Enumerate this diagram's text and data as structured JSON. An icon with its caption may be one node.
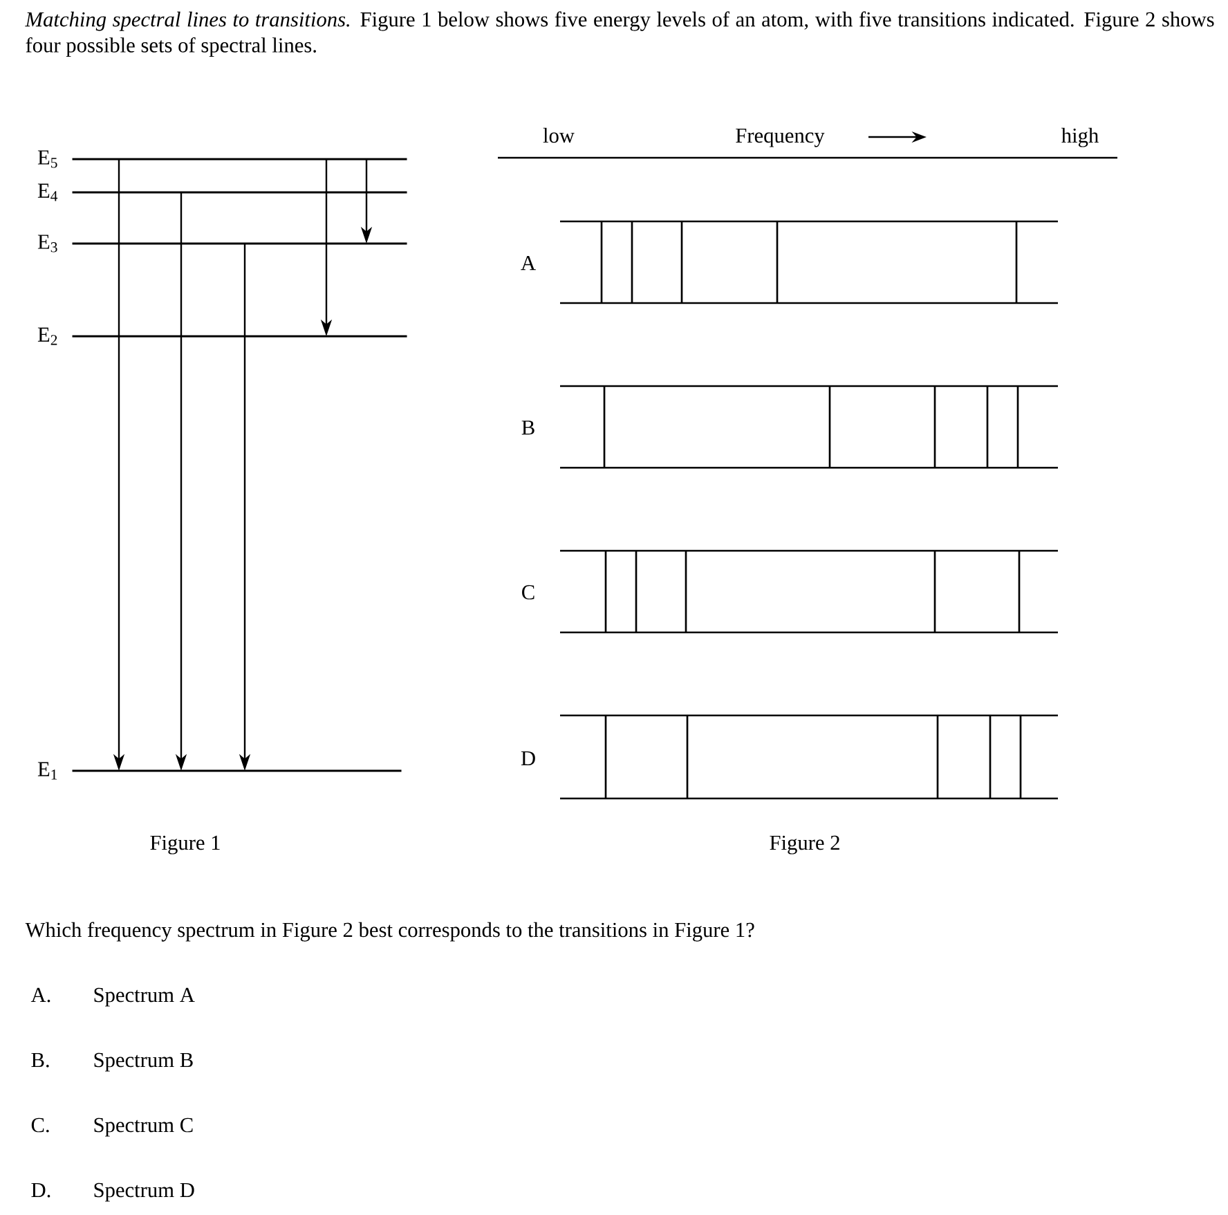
{
  "diagram": {
    "nodes": [
      {
        "text": [
          "E$_{5}$"
        ]
      },
      {
        "text": [
          "E$_{4}$"
        ]
      },
      {
        "text": [
          "E$_{3}$"
        ]
      },
      {
        "text": [
          "E$_{2}$"
        ]
      },
      {
        "text": [
          "E$_{1}$"
        ]
      }
    ],
    "edges": [
      {
        "from": 0,
        "to": 4,
        "arrow": "to"
      },
      {
        "from": 1,
        "to": 4,
        "arrow": "to"
      },
      {
        "from": 2,
        "to": 4,
        "arrow": "to"
      },
      {
        "from": 0,
        "to": 3,
        "arrow": "to"
      },
      {
        "from": 0,
        "to": 2,
        "arrow": "to"
      }
    ],
    "labels": [
      "*Matching spectral lines to transitions.* Figure 1 below shows five energy levels of an atom, with five transitions indicated. Figure 2 shows four possible sets of spectral lines.",
      "low",
      "Frequency",
      "high",
      "A",
      "B",
      "C",
      "D",
      "Figure 1",
      "Figure 2",
      "Which frequency spectrum in Figure 2 best corresponds to the transitions in Figure 1?",
      "A.",
      "Spectrum A",
      "B.",
      "Spectrum B",
      "C.",
      "Spectrum C",
      "D.",
      "Spectrum D"
    ]
  }
}
